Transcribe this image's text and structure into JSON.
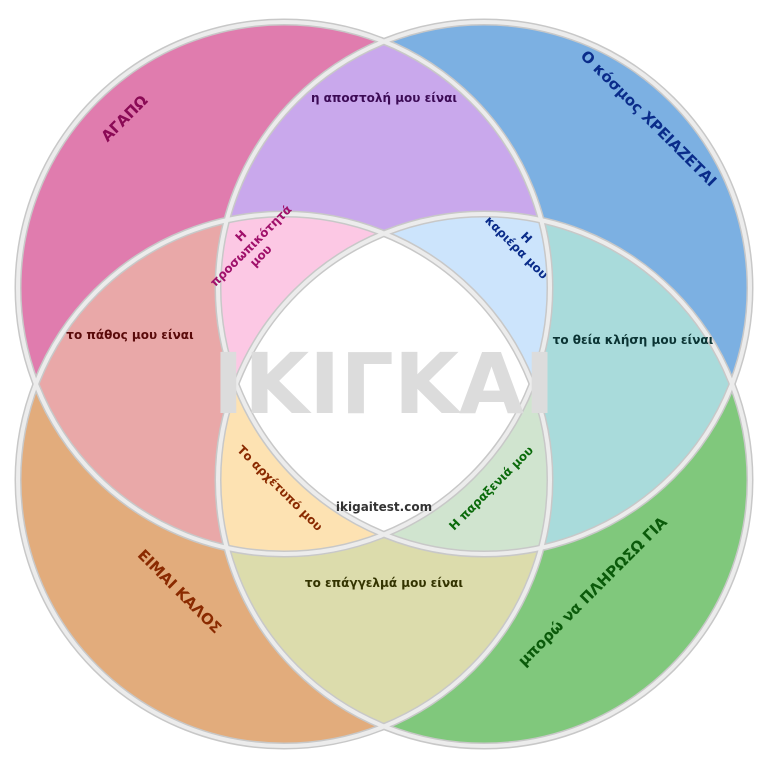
{
  "title": "ΙΚΙΓΚΑΙ",
  "website": "ikigaitest.com",
  "circles": {
    "love": {
      "label": "ΑΓΑΠΩ",
      "color": "#e07cae",
      "text_color": "#8a0a55"
    },
    "world": {
      "label": "Ο κόσμος ΧΡΕΙΑΖΕΤΑΙ",
      "color": "#7cb0e2",
      "text_color": "#0a2c8a"
    },
    "good": {
      "label": "ΕΙΜΑΙ ΚΑΛΟΣ",
      "color": "#e2ac7c",
      "text_color": "#8a2a00"
    },
    "paid": {
      "label": "μπορώ να ΠΛΗΡΩΣΩ ΓΙΑ",
      "color": "#80c87c",
      "text_color": "#0a5a0a"
    }
  },
  "intersections": {
    "mission": {
      "label": "η αποστολή μου είναι",
      "color": "#c9a8ec",
      "text_color": "#3c0a55"
    },
    "passion": {
      "label": "το πάθος μου είναι",
      "color": "#e9a8a8",
      "text_color": "#5a0a0a"
    },
    "vocation": {
      "label": "το θεία κλήση μου είναι",
      "color": "#a9dbdb",
      "text_color": "#0a3333"
    },
    "profession": {
      "label": "το επάγγελμά μου είναι",
      "color": "#dcdcac",
      "text_color": "#333300"
    },
    "personality": {
      "lines": [
        "Η",
        "προσωπικότητά",
        "μου"
      ],
      "color": "#fcc8e4",
      "text_color": "#a0106a"
    },
    "career": {
      "lines": [
        "Η",
        "καριέρα μου"
      ],
      "color": "#cce4fc",
      "text_color": "#0a2c8a"
    },
    "archetype": {
      "label": "Το αρχέτυπό μου",
      "color": "#fde2b2",
      "text_color": "#8a2a00"
    },
    "quirk": {
      "label": "Η παραξενιά μου",
      "color": "#d0e4cf",
      "text_color": "#0a6a0a"
    }
  }
}
